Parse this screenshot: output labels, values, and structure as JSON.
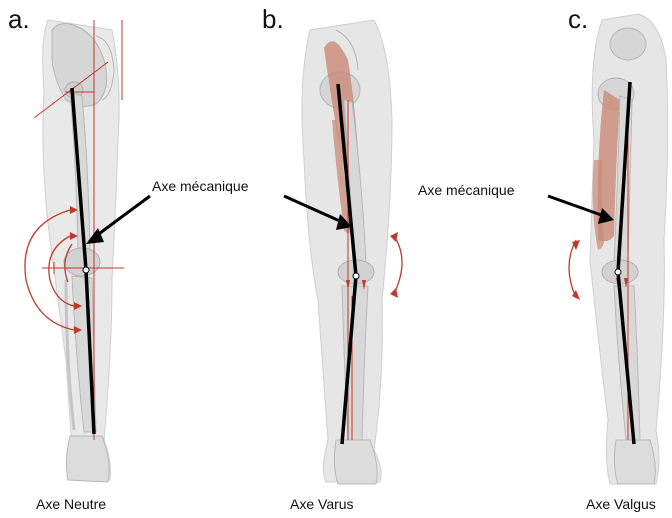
{
  "panels": [
    {
      "letter": "a.",
      "caption": "Axe Neutre"
    },
    {
      "letter": "b.",
      "caption": "Axe Varus",
      "annotation": "Axe mécanique"
    },
    {
      "letter": "c.",
      "caption": "Axe Valgus",
      "annotation": "Axe mécanique"
    }
  ],
  "colors": {
    "bone": "#d9d9d9",
    "bone_edge": "#b9b9b9",
    "muscle": "#c98a78",
    "axis": "#000000",
    "guide": "#c0392b",
    "silhouette": "#e6e6e6"
  }
}
